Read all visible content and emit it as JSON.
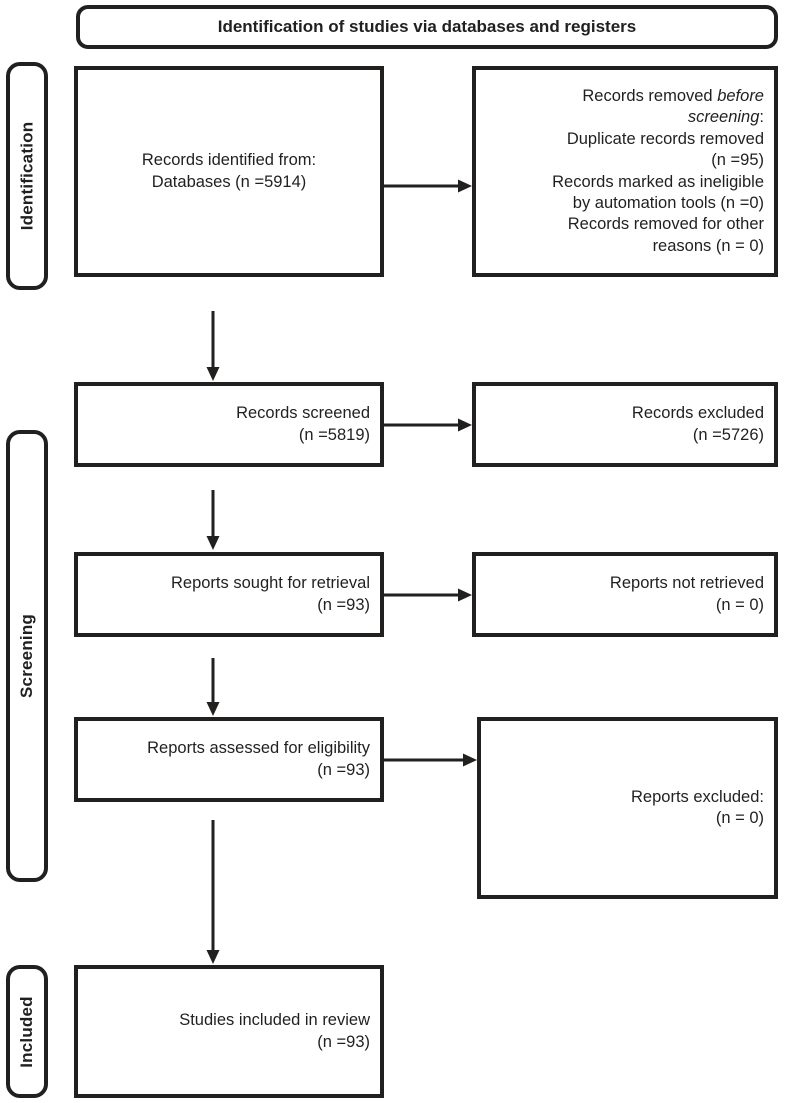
{
  "diagram": {
    "title": "Identification of studies via databases and registers",
    "stroke_color": "#221f1f",
    "background_color": "#ffffff"
  },
  "phases": [
    {
      "id": "identification",
      "label": "Identification"
    },
    {
      "id": "screening",
      "label": "Screening"
    },
    {
      "id": "included",
      "label": "Included"
    }
  ],
  "boxes": {
    "records_identified": {
      "text": "Records identified from:\nDatabases (n =5914)"
    },
    "records_removed": {
      "line1_prefix": "Records removed ",
      "line1_italic": "before",
      "line2_italic": "screening",
      "line2_suffix": ":",
      "rest": "Duplicate records removed\n(n =95)\nRecords marked as ineligible\nby automation tools (n =0)\nRecords removed for other\nreasons (n = 0)"
    },
    "records_screened": {
      "text": "Records screened\n(n =5819)"
    },
    "records_excluded": {
      "text": "Records excluded\n(n =5726)"
    },
    "reports_sought": {
      "text": "Reports sought for retrieval\n(n =93)"
    },
    "reports_not_retrieved": {
      "text": "Reports not retrieved\n(n = 0)"
    },
    "reports_assessed": {
      "text": "Reports assessed for eligibility\n(n =93)"
    },
    "reports_excluded": {
      "text": "Reports excluded:\n(n = 0)"
    },
    "studies_included": {
      "text": "Studies included in review\n(n =93)"
    }
  },
  "chart_data": {
    "type": "diagram",
    "diagram_kind": "PRISMA 2020 flow diagram",
    "title": "Identification of studies via databases and registers",
    "phases": [
      "Identification",
      "Screening",
      "Included"
    ],
    "nodes": [
      {
        "id": "records_identified",
        "phase": "Identification",
        "column": "left",
        "label": "Records identified from: Databases",
        "n": 5914
      },
      {
        "id": "records_removed",
        "phase": "Identification",
        "column": "right",
        "label": "Records removed before screening",
        "items": [
          {
            "label": "Duplicate records removed",
            "n": 95
          },
          {
            "label": "Records marked as ineligible by automation tools",
            "n": 0
          },
          {
            "label": "Records removed for other reasons",
            "n": 0
          }
        ]
      },
      {
        "id": "records_screened",
        "phase": "Screening",
        "column": "left",
        "label": "Records screened",
        "n": 5819
      },
      {
        "id": "records_excluded",
        "phase": "Screening",
        "column": "right",
        "label": "Records excluded",
        "n": 5726
      },
      {
        "id": "reports_sought",
        "phase": "Screening",
        "column": "left",
        "label": "Reports sought for retrieval",
        "n": 93
      },
      {
        "id": "reports_not_retrieved",
        "phase": "Screening",
        "column": "right",
        "label": "Reports not retrieved",
        "n": 0
      },
      {
        "id": "reports_assessed",
        "phase": "Screening",
        "column": "left",
        "label": "Reports assessed for eligibility",
        "n": 93
      },
      {
        "id": "reports_excluded",
        "phase": "Screening",
        "column": "right",
        "label": "Reports excluded:",
        "n": 0
      },
      {
        "id": "studies_included",
        "phase": "Included",
        "column": "left",
        "label": "Studies included in review",
        "n": 93
      }
    ],
    "edges": [
      {
        "from": "records_identified",
        "to": "records_removed",
        "direction": "right"
      },
      {
        "from": "records_identified",
        "to": "records_screened",
        "direction": "down"
      },
      {
        "from": "records_screened",
        "to": "records_excluded",
        "direction": "right"
      },
      {
        "from": "records_screened",
        "to": "reports_sought",
        "direction": "down"
      },
      {
        "from": "reports_sought",
        "to": "reports_not_retrieved",
        "direction": "right"
      },
      {
        "from": "reports_sought",
        "to": "reports_assessed",
        "direction": "down"
      },
      {
        "from": "reports_assessed",
        "to": "reports_excluded",
        "direction": "right"
      },
      {
        "from": "reports_assessed",
        "to": "studies_included",
        "direction": "down"
      }
    ]
  }
}
